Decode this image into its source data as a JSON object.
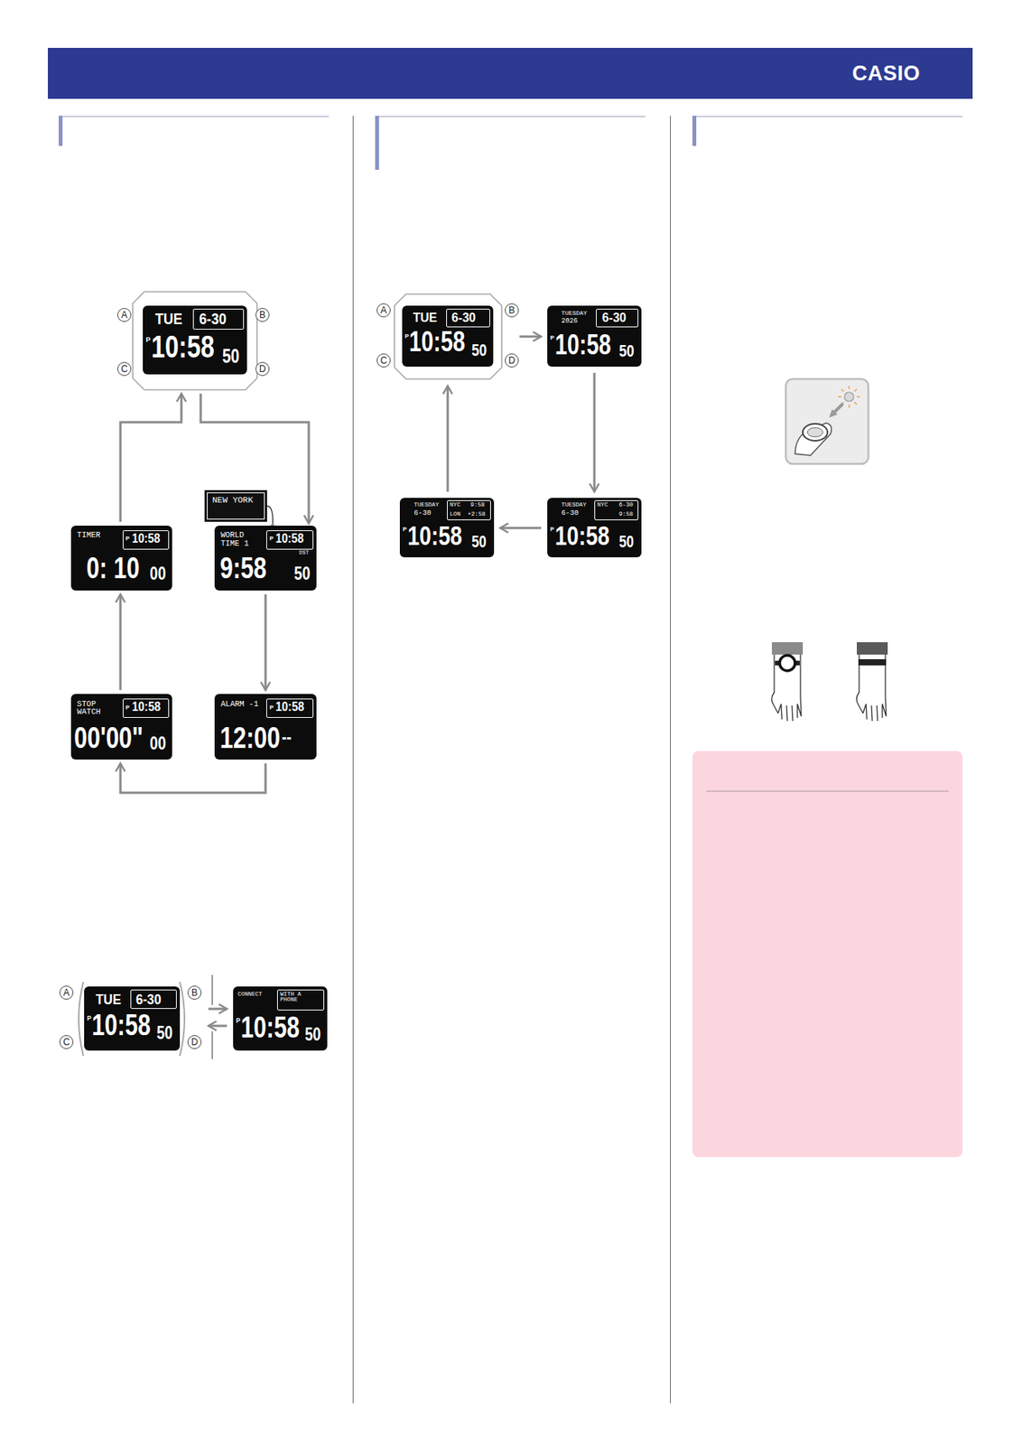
{
  "diagram": {
    "nodes": [
      {
        "text": [
          "TUE",
          "6-30",
          "P",
          "10:58",
          "50"
        ]
      },
      {
        "text": [
          "TIMER",
          "P",
          "10:58",
          "0: 10",
          "00"
        ]
      },
      {
        "text": [
          "NEW YORK"
        ]
      },
      {
        "text": [
          "WORLD TIME 1",
          "P",
          "10:58",
          "DST",
          "9:58",
          "50"
        ]
      },
      {
        "text": [
          "STOP WATCH",
          "P",
          "10:58",
          "00'00\"",
          "00"
        ]
      },
      {
        "text": [
          "ALARM -1",
          "P",
          "10:58",
          "12:00",
          "--"
        ]
      },
      {
        "text": [
          "TUE",
          "6-30",
          "P",
          "10:58",
          "50"
        ]
      },
      {
        "text": [
          "CONNECT",
          "WITH A PHONE",
          "P",
          "10:58",
          "50"
        ]
      },
      {
        "text": [
          "TUE",
          "6-30",
          "P",
          "10:58",
          "50"
        ]
      },
      {
        "text": [
          "TUESDAY",
          "2026",
          "6-30",
          "P",
          "10:58",
          "50"
        ]
      },
      {
        "text": [
          "TUESDAY",
          "6-30",
          "NYC",
          "9:58",
          "LON",
          "+2:58",
          "P",
          "10:58",
          "50"
        ]
      },
      {
        "text": [
          "TUESDAY",
          "NYC",
          "6-30",
          "6-30",
          "9:58",
          "P",
          "10:58",
          "50"
        ]
      }
    ],
    "edges": [
      {
        "from": 0,
        "to": 3,
        "arrow": "to"
      },
      {
        "from": 3,
        "to": 5,
        "arrow": "to"
      },
      {
        "from": 5,
        "to": 4,
        "arrow": "to"
      },
      {
        "from": 4,
        "to": 1,
        "arrow": "to"
      },
      {
        "from": 1,
        "to": 0,
        "arrow": "to"
      },
      {
        "from": 2,
        "to": 3,
        "arrow": "to"
      },
      {
        "from": 6,
        "to": 7,
        "arrow": "to"
      },
      {
        "from": 7,
        "to": 6,
        "arrow": "to"
      },
      {
        "from": 8,
        "to": 9,
        "arrow": "to"
      },
      {
        "from": 9,
        "to": 11,
        "arrow": "to"
      },
      {
        "from": 11,
        "to": 10,
        "arrow": "to"
      },
      {
        "from": 10,
        "to": 8,
        "arrow": "to"
      }
    ],
    "labels": [
      "CASIO",
      "A",
      "B",
      "C",
      "D",
      "A",
      "B",
      "C",
      "D",
      "A",
      "B",
      "C",
      "D"
    ]
  }
}
